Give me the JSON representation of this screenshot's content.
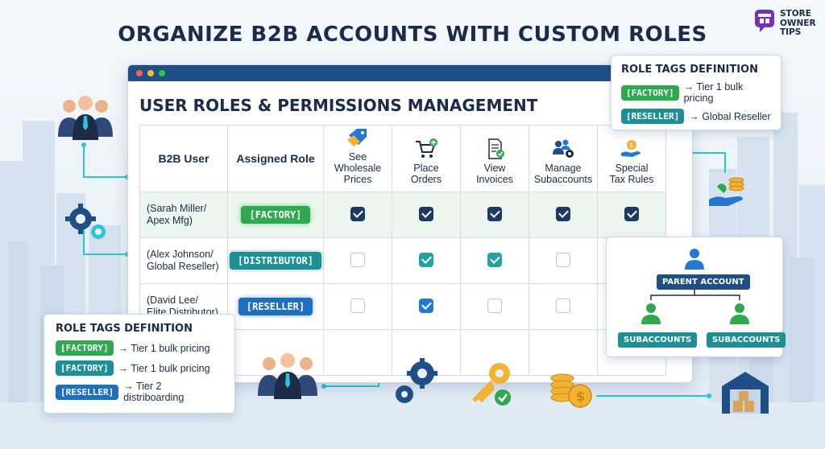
{
  "headline": "ORGANIZE B2B ACCOUNTS WITH CUSTOM ROLES",
  "brand": {
    "line1": "STORE",
    "line2": "OWNER",
    "line3": "TIPS"
  },
  "window": {
    "title": "USER ROLES & PERMISSIONS MANAGEMENT",
    "dot_colors": [
      "#ff5f57",
      "#febc2e",
      "#28c840"
    ]
  },
  "table": {
    "headers": {
      "user": "B2B User",
      "role": "Assigned Role",
      "perms": [
        {
          "line1": "See Wholesale",
          "line2": "Prices",
          "icon": "price-tags-icon"
        },
        {
          "line1": "Place",
          "line2": "Orders",
          "icon": "cart-icon"
        },
        {
          "line1": "View",
          "line2": "Invoices",
          "icon": "invoice-icon"
        },
        {
          "line1": "Manage",
          "line2": "Subaccounts",
          "icon": "users-gear-icon"
        },
        {
          "line1": "Special",
          "line2": "Tax Rules",
          "icon": "money-hand-icon"
        }
      ]
    },
    "rows": [
      {
        "user_line1": "(Sarah Miller/",
        "user_line2": "Apex Mfg)",
        "role": "[FACTORY]",
        "role_color": "green",
        "check_style": "navy",
        "checks": [
          true,
          true,
          true,
          true,
          true
        ]
      },
      {
        "user_line1": "(Alex Johnson/",
        "user_line2": "Global Reseller)",
        "role": "[DISTRIBUTOR]",
        "role_color": "teal",
        "check_style": "teal",
        "checks": [
          false,
          true,
          true,
          false
        ]
      },
      {
        "user_line1": "(David Lee/",
        "user_line2": "Elite Distributor)",
        "role": "[RESELLER]",
        "role_color": "blue",
        "check_style": "blue",
        "checks": [
          false,
          true,
          false,
          false
        ]
      }
    ]
  },
  "defs_top": {
    "title": "ROLE TAGS DEFINITION",
    "items": [
      {
        "tag": "[FACTORY]",
        "color": "green",
        "text": "→ Tier 1 bulk pricing"
      },
      {
        "tag": "[RESELLER]",
        "color": "teal",
        "text": "→ Global Reseller"
      }
    ]
  },
  "defs_bottom": {
    "title": "ROLE TAGS DEFINITION",
    "items": [
      {
        "tag": "[FACTORY]",
        "color": "green",
        "text": "→ Tier 1 bulk pricing"
      },
      {
        "tag": "[FACTORY]",
        "color": "teal",
        "text": "→ Tier 1 bulk pricing"
      },
      {
        "tag": "[RESELLER]",
        "color": "blue",
        "text": "→ Tier 2 distriboarding"
      }
    ]
  },
  "org": {
    "parent": "PARENT ACCOUNT",
    "child_left": "SUBACCOUNTS",
    "child_right": "SUBACCOUNTS"
  },
  "colors": {
    "navy": "#1b2b48",
    "accent_blue": "#1f4f86",
    "green": "#2fa84f",
    "teal": "#1f8f96",
    "blue": "#1e6fbd",
    "flow_line": "#2ec4d6"
  }
}
